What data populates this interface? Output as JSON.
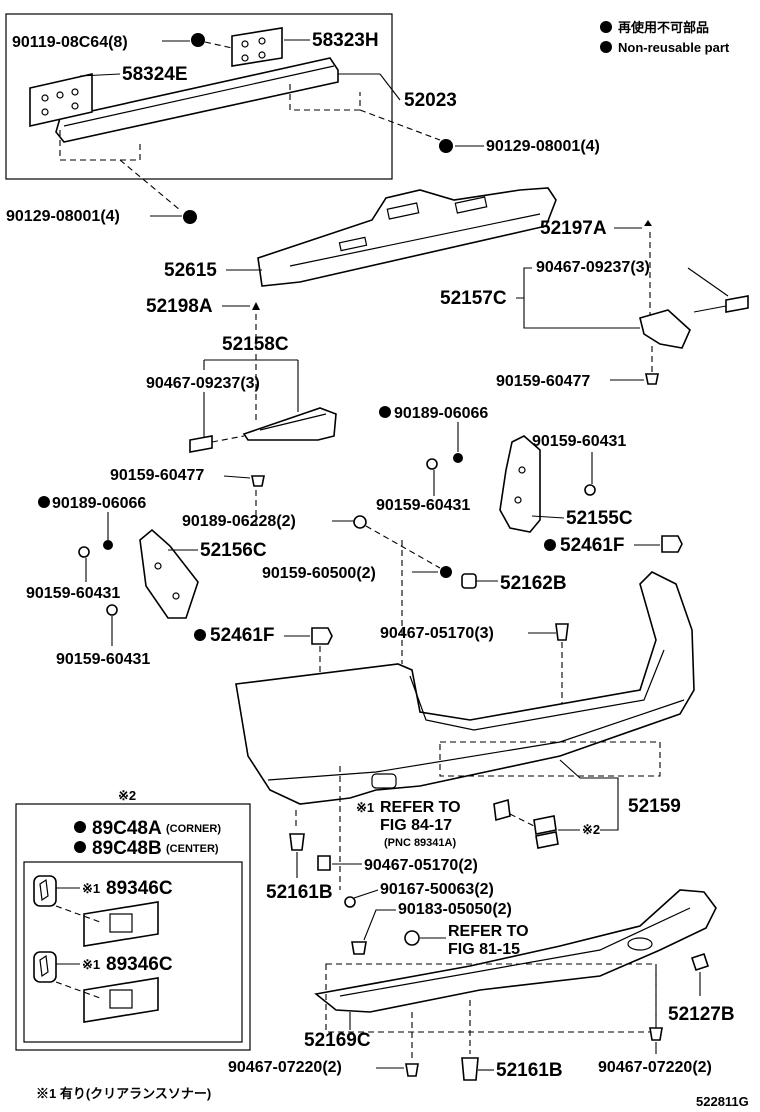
{
  "legend": {
    "jp": "再使用不可部品",
    "en": "Non-reusable part"
  },
  "labels": {
    "p01": "90119-08C64(8)",
    "p02": "58323H",
    "p03": "58324E",
    "p04": "52023",
    "p05": "90129-08001(4)",
    "p06": "90129-08001(4)",
    "p07": "52197A",
    "p08": "52615",
    "p09": "90467-09237(3)",
    "p10": "52157C",
    "p11": "52198A",
    "p12": "52158C",
    "p13": "90467-09237(3)",
    "p14": "90159-60477",
    "p15": "90189-06066",
    "p16": "90159-60431",
    "p17": "90159-60477",
    "p18": "90159-60431",
    "p19": "52155C",
    "p20": "90189-06066",
    "p21": "90189-06228(2)",
    "p22": "52461F",
    "p23": "52156C",
    "p24": "90159-60500(2)",
    "p25": "52162B",
    "p26": "90159-60431",
    "p27": "52461F",
    "p28": "90467-05170(3)",
    "p29": "90159-60431",
    "p30": "52159",
    "p31": "90467-05170(2)",
    "p32": "52161B",
    "p33": "90167-50063(2)",
    "p34": "90183-05050(2)",
    "p35": "52127B",
    "p36": "52169C",
    "p37": "90467-07220(2)",
    "p38": "52161B",
    "p39": "90467-07220(2)"
  },
  "refs": {
    "ref1_line1": "REFER TO",
    "ref1_line2": "FIG 84-17",
    "ref1_line3": "(PNC 89341A)",
    "ref1_mark": "※1",
    "ref1_tag": "※2",
    "ref2_line1": "REFER TO",
    "ref2_line2": "FIG 81-15"
  },
  "inset": {
    "title": "※2",
    "item1": "89C48A",
    "item1_note": "(CORNER)",
    "item2": "89C48B",
    "item2_note": "(CENTER)",
    "sub1_mark": "※1",
    "sub1": "89346C",
    "sub2_mark": "※1",
    "sub2": "89346C"
  },
  "footnote": "※1 有り(クリアランスソナー)",
  "fig_id": "522811G"
}
